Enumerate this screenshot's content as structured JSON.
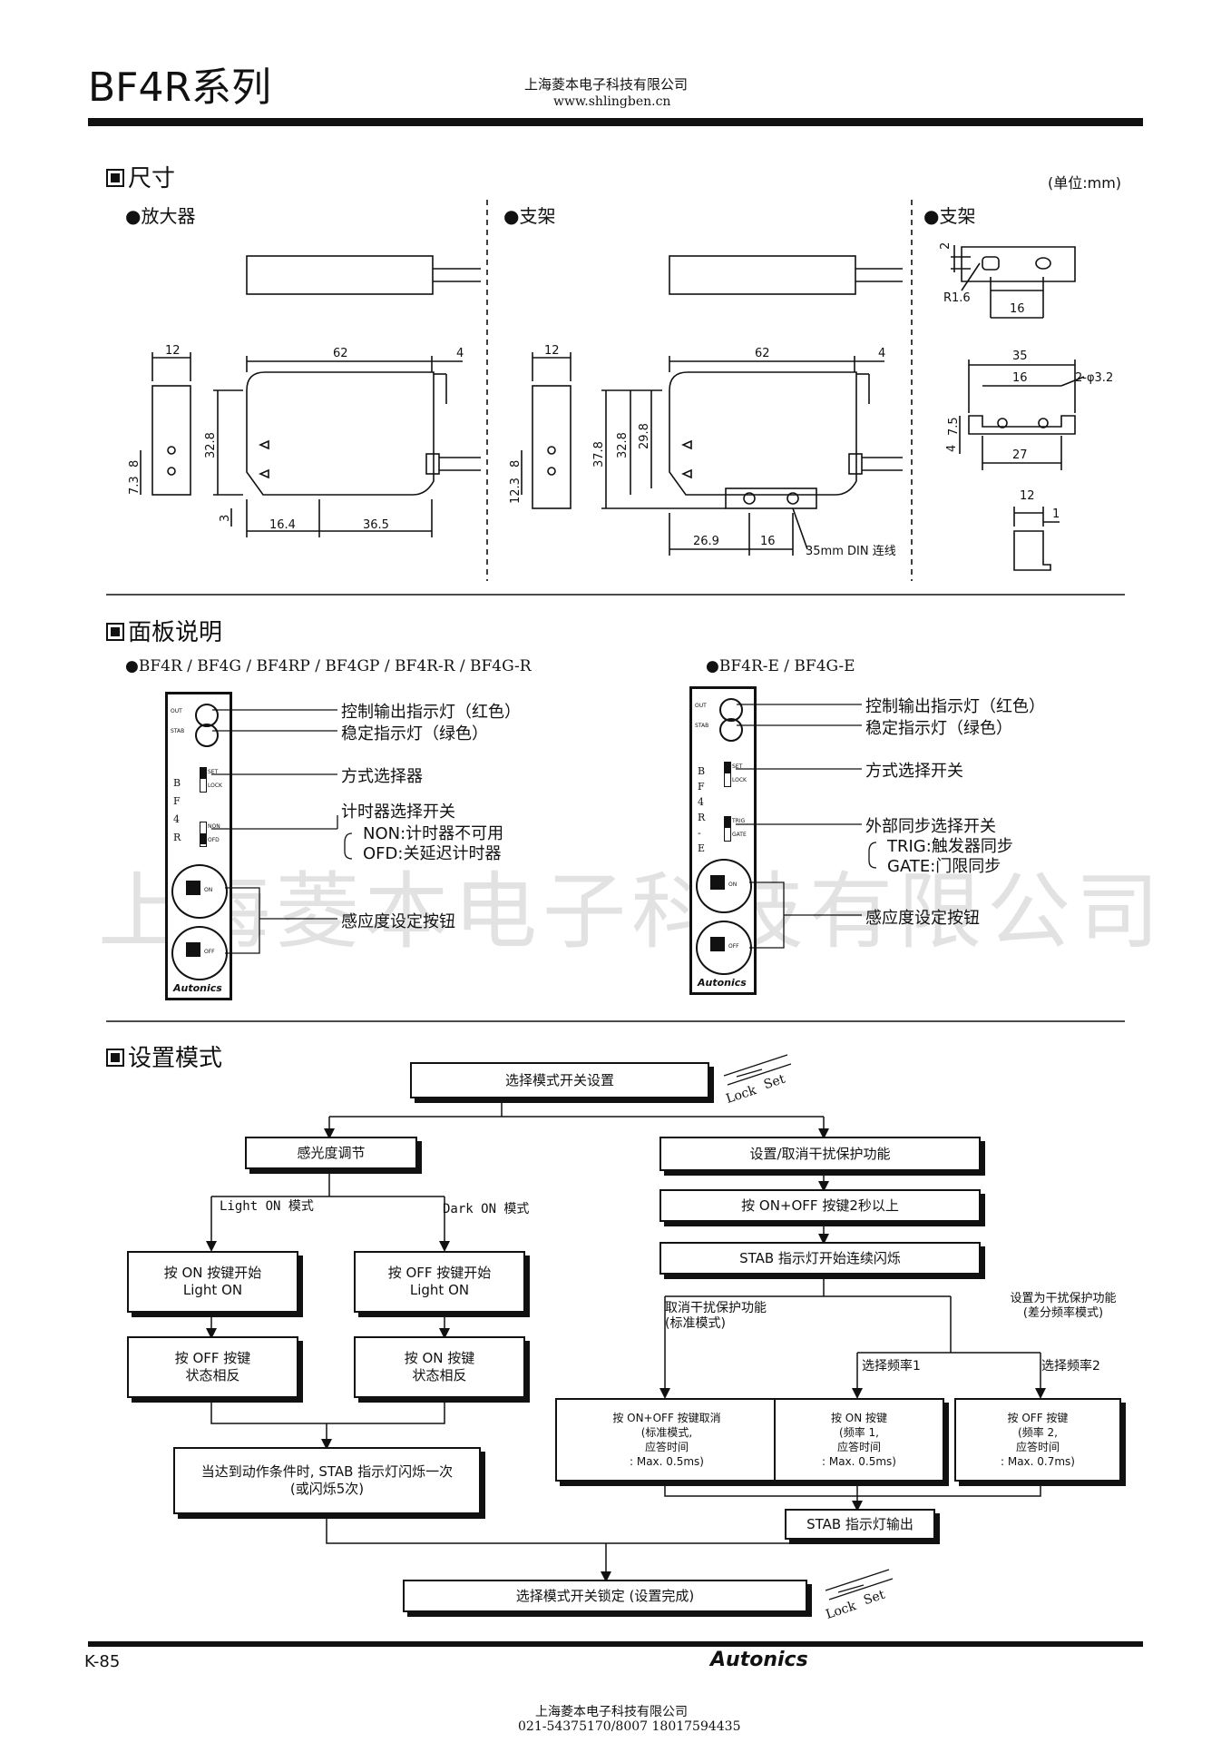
{
  "header": {
    "series_title": "BF4R系列",
    "company": "上海菱本电子科技有限公司",
    "website": "www.shlingben.cn"
  },
  "dimensions": {
    "title": "尺寸",
    "unit": "(单位:mm)",
    "amplifier": {
      "label": "●放大器",
      "dims": {
        "w12": "12",
        "l62": "62",
        "e4": "4",
        "h32_8": "32.8",
        "h7_3": "7.3",
        "h8": "8",
        "h3": "3",
        "b16_4": "16.4",
        "b36_5": "36.5"
      }
    },
    "bracket1": {
      "label": "●支架",
      "dims": {
        "w12": "12",
        "l62": "62",
        "e4": "4",
        "h37_8": "37.8",
        "h32_8": "32.8",
        "h29_8": "29.8",
        "h12_3": "12.3",
        "h8": "8",
        "b26_9": "26.9",
        "b16": "16",
        "din": "35mm DIN 连线"
      }
    },
    "bracket2": {
      "label": "●支架",
      "dims": {
        "d2": "2",
        "r1_6": "R1.6",
        "d16a": "16",
        "d35": "35",
        "d16b": "16",
        "hole": "2-φ3.2",
        "d7_5": "7.5",
        "d4": "4",
        "d27": "27",
        "d12": "12",
        "d1": "1"
      }
    }
  },
  "panel": {
    "title": "面板说明",
    "left": {
      "models": "●BF4R / BF4G / BF4RP / BF4GP / BF4R-R / BF4G-R",
      "out": "OUT",
      "stab": "STAB",
      "set": "SET",
      "lock": "LOCK",
      "non": "NON",
      "ofd": "OFD",
      "model_vertical": [
        "B",
        "F",
        "4",
        "R"
      ],
      "on": "ON",
      "off": "OFF",
      "brand": "Autonics",
      "callouts": {
        "ctrl_led": "控制输出指示灯（红色）",
        "stab_led": "稳定指示灯（绿色）",
        "mode_sel": "方式选择器",
        "timer_sel": "计时器选择开关",
        "non_desc": "NON:计时器不可用",
        "ofd_desc": "OFD:关延迟计时器",
        "sens_btn": "感应度设定按钮"
      }
    },
    "right": {
      "models": "●BF4R-E / BF4G-E",
      "out": "OUT",
      "stab": "STAB",
      "set": "SET",
      "lock": "LOCK",
      "trig": "TRIG",
      "gate": "GATE",
      "model_vertical": [
        "B",
        "F",
        "4",
        "R",
        "-",
        "E"
      ],
      "on": "ON",
      "off": "OFF",
      "brand": "Autonics",
      "callouts": {
        "ctrl_led": "控制输出指示灯（红色）",
        "stab_led": "稳定指示灯（绿色）",
        "mode_sel": "方式选择开关",
        "sync_sel": "外部同步选择开关",
        "trig_desc": "TRIG:触发器同步",
        "gate_desc": "GATE:门限同步",
        "sens_btn": "感应度设定按钮"
      }
    },
    "watermark": "上海菱本电子科技有限公司"
  },
  "setting": {
    "title": "设置模式",
    "switch_set": "选择模式开关设置",
    "lock": "Lock",
    "set": "Set",
    "sensitivity": "感光度调节",
    "light_on_mode": "Light ON 模式",
    "dark_on_mode": "Dark ON 模式",
    "press_on_light": "按 ON 按键开始\nLight ON",
    "press_off_light": "按 OFF 按键开始\nLight ON",
    "press_off_rev": "按 OFF 按键\n状态相反",
    "press_on_rev": "按 ON 按键\n状态相反",
    "stab_blink_once": "当达到动作条件时, STAB 指示灯闪烁一次\n(或闪烁5次)",
    "interference": "设置/取消干扰保护功能",
    "press_onoff_2s": "按 ON+OFF 按键2秒以上",
    "stab_blink": "STAB 指示灯开始连续闪烁",
    "cancel_protect": "取消干扰保护功能\n(标准模式)",
    "set_protect": "设置为干扰保护功能\n(差分频率模式)",
    "freq1": "选择频率1",
    "freq2": "选择频率2",
    "cancel_box": "按 ON+OFF 按键取消\n(标准模式,\n应答时间\n: Max. 0.5ms)",
    "freq1_box": "按 ON 按键\n(频率 1,\n应答时间\n: Max. 0.5ms)",
    "freq2_box": "按 OFF 按键\n(频率 2,\n应答时间\n: Max. 0.7ms)",
    "stab_output": "STAB 指示灯输出",
    "switch_lock": "选择模式开关锁定 (设置完成)"
  },
  "footer": {
    "page": "K-85",
    "brand": "Autonics",
    "company": "上海菱本电子科技有限公司",
    "phone": "021-54375170/8007 18017594435"
  }
}
